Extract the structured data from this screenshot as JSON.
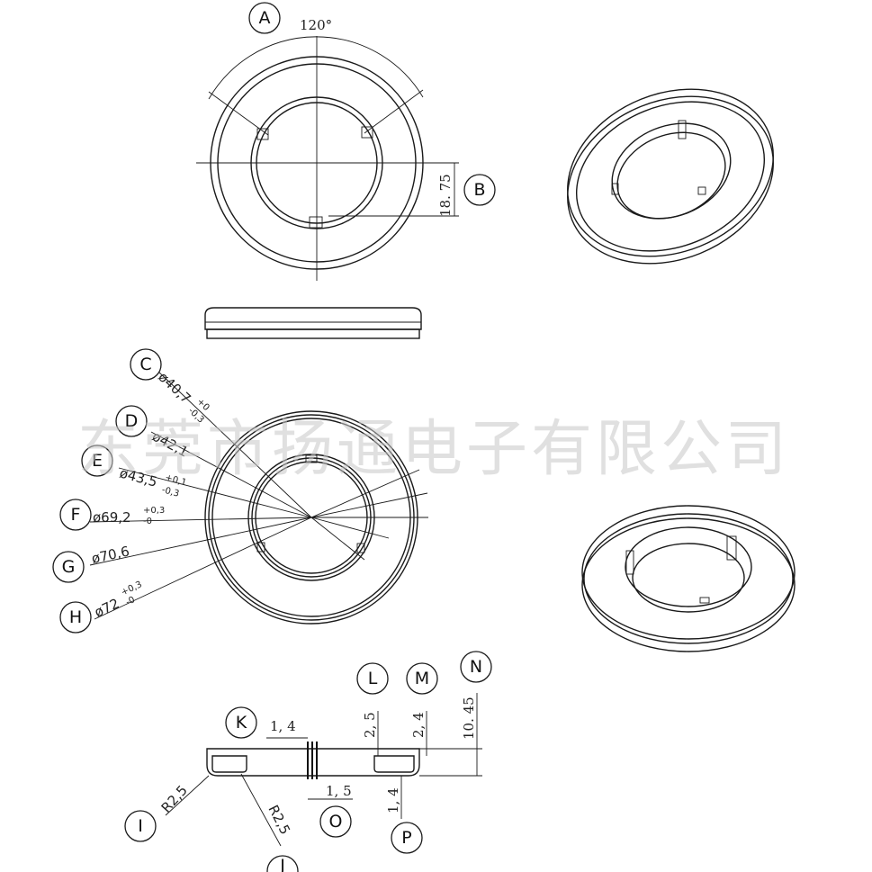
{
  "watermark": "东莞市扬通电子有限公司",
  "callouts": {
    "A": "A",
    "B": "B",
    "C": "C",
    "D": "D",
    "E": "E",
    "F": "F",
    "G": "G",
    "H": "H",
    "I": "I",
    "J": "J",
    "K": "K",
    "L": "L",
    "M": "M",
    "N": "N",
    "O": "O",
    "P": "P"
  },
  "top_view": {
    "angle": "120°",
    "height": "18. 75"
  },
  "diameters": {
    "C": {
      "base": "ø40,7",
      "tol_plus": "+0",
      "tol_minus": "-0,3"
    },
    "D": {
      "base": "ø42,1"
    },
    "E": {
      "base": "ø43,5",
      "tol_plus": "+0,1",
      "tol_minus": "-0,3"
    },
    "F": {
      "base": "ø69,2",
      "tol_plus": "+0,3",
      "tol_minus": "-0"
    },
    "G": {
      "base": "ø70,6"
    },
    "H": {
      "base": "ø72",
      "tol_plus": "+0,3",
      "tol_minus": "-0"
    }
  },
  "section_dims": {
    "K": "1, 4",
    "L": "2, 5",
    "M": "2, 4",
    "N": "10. 45",
    "O": "1, 5",
    "P": "1, 4",
    "I": "R2,5",
    "J": "R2,5"
  }
}
